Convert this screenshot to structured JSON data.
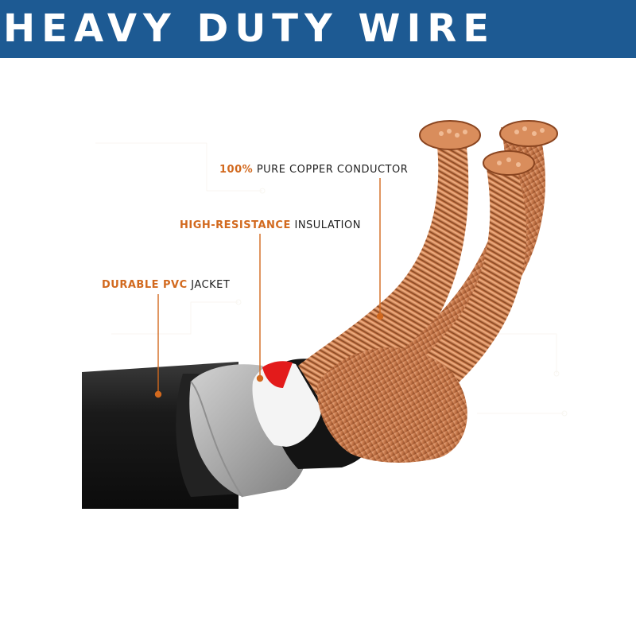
{
  "banner": {
    "title": "HEAVY DUTY WIRE"
  },
  "labels": {
    "copper": {
      "accent": "100%",
      "text": "PURE COPPER CONDUCTOR"
    },
    "insulation": {
      "accent": "HIGH-RESISTANCE",
      "text": "INSULATION"
    },
    "jacket": {
      "accent": "DURABLE PVC",
      "text": "JACKET"
    }
  },
  "colors": {
    "banner": "#1d5a93",
    "accent": "#d2691e",
    "copper": "#c87a4e",
    "jacket": "#1a1a1a",
    "insulation_core": "#e31b1b"
  }
}
